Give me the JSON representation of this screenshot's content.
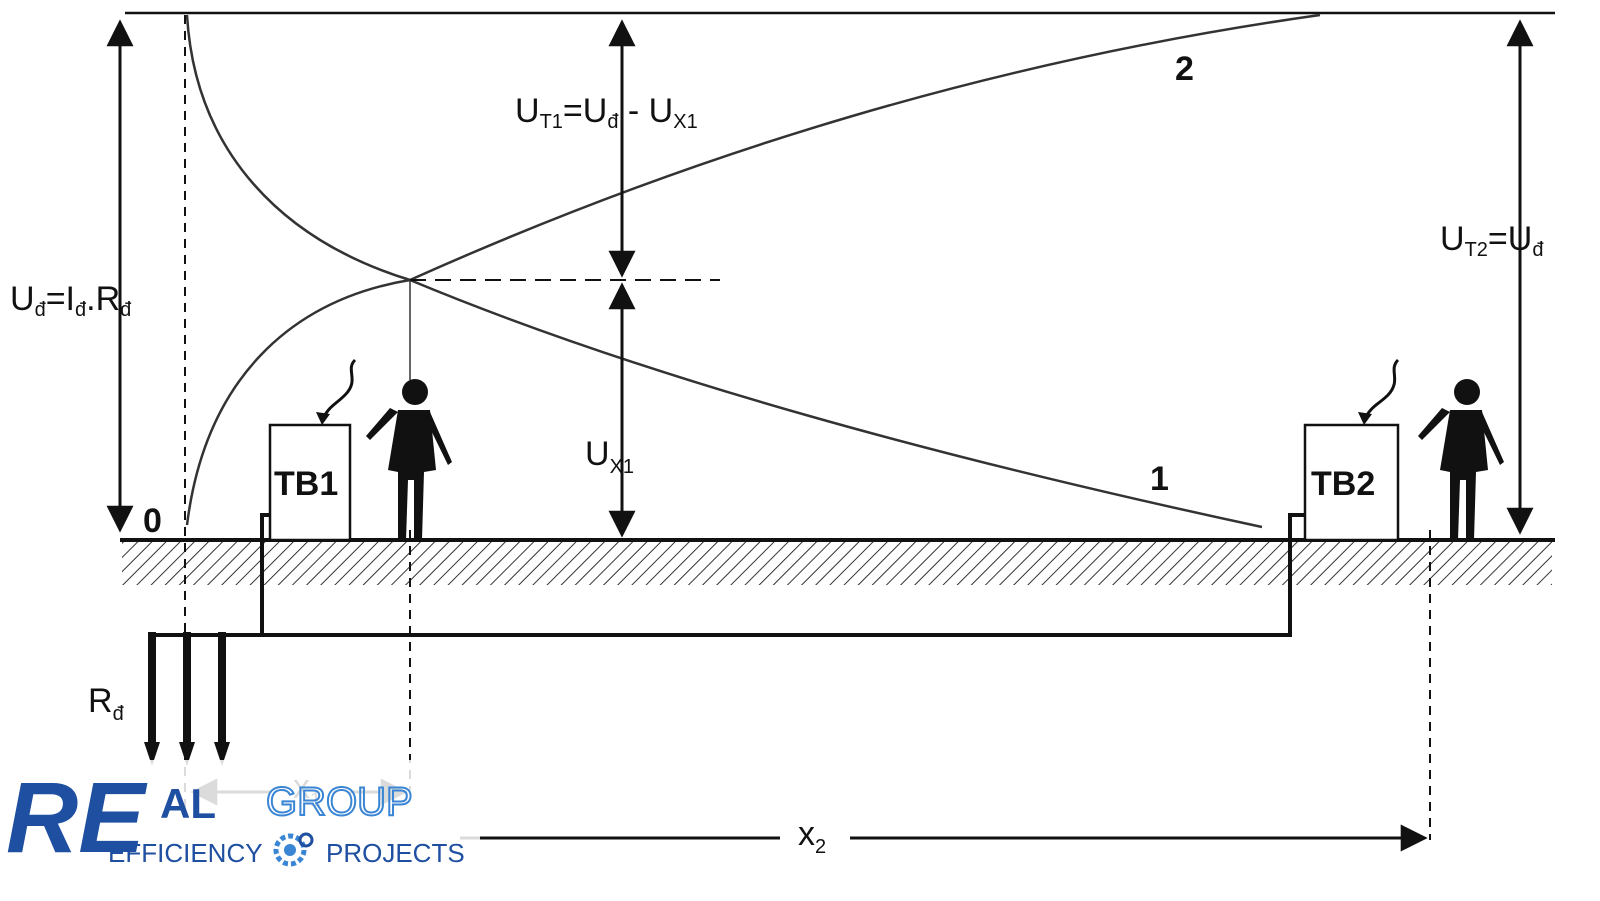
{
  "labels": {
    "ud_eq": "U",
    "ud_sub": "đ",
    "ud_rhs1": "=I",
    "ud_rhs1_sub": "đ",
    "ud_rhs2": ".R",
    "ud_rhs2_sub": "đ",
    "ut1": "U",
    "ut1_sub": "T1",
    "ut1_eq": "=U",
    "ut1_eq_sub": "đ",
    "ut1_minus": " - U",
    "ut1_minus_sub": "X1",
    "ut2": "U",
    "ut2_sub": "T2",
    "ut2_eq": "=U",
    "ut2_eq_sub": "đ",
    "ux1": "U",
    "ux1_sub": "X1",
    "curve1": "1",
    "curve2": "2",
    "zero": "0",
    "tb1": "TB1",
    "tb2": "TB2",
    "rd": "R",
    "rd_sub": "đ",
    "x1": "x",
    "x1_sub": "1",
    "x2": "x",
    "x2_sub": "2"
  },
  "logo": {
    "letters_big": "RE",
    "letters_mid": "AL",
    "group": "GROUP",
    "efficiency": "EFFICIENCY",
    "projects": "PROJECTS",
    "brand_color": "#1f4fa1",
    "accent_color": "#3a86d4"
  },
  "colors": {
    "line": "#111111",
    "background": "#ffffff"
  }
}
